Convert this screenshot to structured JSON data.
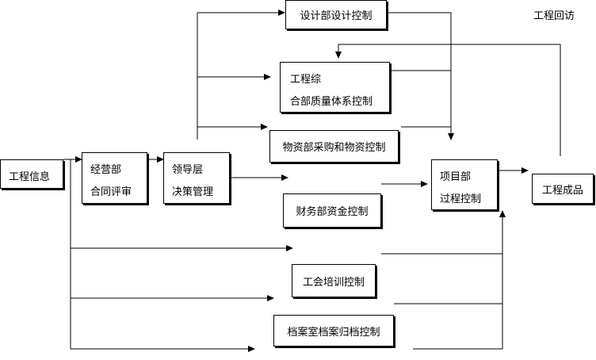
{
  "corner_label": "工程回访",
  "nodes": {
    "info": "工程信息",
    "business": {
      "line1": "经营部",
      "line2": "合同评审"
    },
    "leader": {
      "line1": "领导层",
      "line2": "决策管理"
    },
    "design": "设计部设计控制",
    "quality": {
      "line1": "工程综",
      "line2": "合部质量体系控制"
    },
    "material": "物资部采购和物资控制",
    "finance": "财务部资金控制",
    "union": "工会培训控制",
    "archive": "档案室档案归档控制",
    "project": {
      "line1": "项目部",
      "line2": "过程控制"
    },
    "product": "工程成品"
  }
}
